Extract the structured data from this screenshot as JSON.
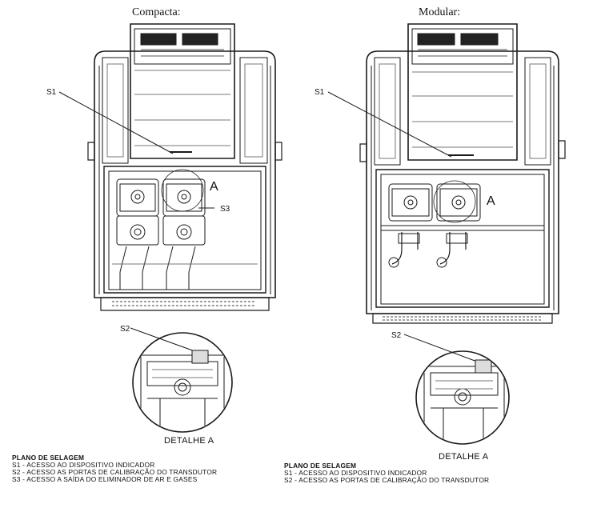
{
  "titles": {
    "left": "Compacta:",
    "right": "Modular:"
  },
  "callouts": {
    "s1": "S1",
    "s2": "S2",
    "s3": "S3",
    "detail_marker": "A"
  },
  "details": {
    "left": "DETALHE A",
    "right": "DETALHE A"
  },
  "legend_left": {
    "heading": "PLANO DE SELAGEM",
    "items": [
      "S1 - ACESSO AO DISPOSITIVO INDICADOR",
      "S2 - ACESSO AS PORTAS DE CALIBRAÇÃO DO TRANSDUTOR",
      "S3 - ACESSO A SAÍDA DO ELIMINADOR DE AR E GASES"
    ]
  },
  "legend_right": {
    "heading": "PLANO DE SELAGEM",
    "items": [
      "S1 - ACESSO AO DISPOSITIVO INDICADOR",
      "S2 - ACESSO AS PORTAS DE CALIBRAÇÃO DO TRANSDUTOR"
    ]
  }
}
